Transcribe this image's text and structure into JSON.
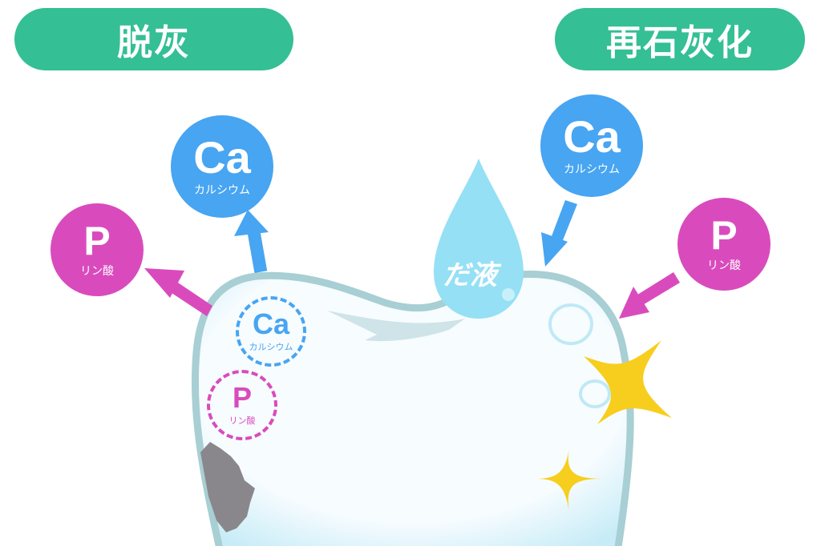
{
  "headings": {
    "demineralization": "脱灰",
    "remineralization": "再石灰化"
  },
  "ions": {
    "calcium": {
      "symbol": "Ca",
      "name": "カルシウム"
    },
    "phosphate": {
      "symbol": "P",
      "name": "リン酸"
    }
  },
  "saliva_label": "だ液",
  "colors": {
    "heading": "#34bf95",
    "calcium": "#47a5f2",
    "phosphate": "#d94bbd",
    "saliva": "#95e0f5",
    "tooth_outline": "#a8cfd3",
    "sparkle": "#f7ce1e",
    "decay": "#8a878c"
  }
}
